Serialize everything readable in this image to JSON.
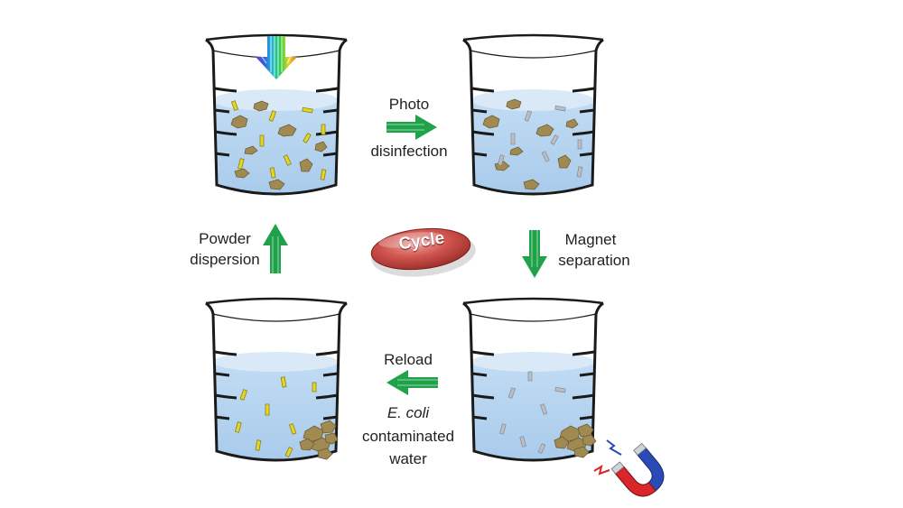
{
  "labels": {
    "photo_line1": "Photo",
    "photo_line2": "disinfection",
    "magnet_line1": "Magnet",
    "magnet_line2": "separation",
    "reload": "Reload",
    "water_line1": "E. coli",
    "water_line2": "contaminated",
    "water_line3": "water",
    "powder_line1": "Powder",
    "powder_line2": "dispersion",
    "cycle": "Cycle"
  },
  "colors": {
    "arrow_green": "#1fa24a",
    "water_blue": "#bcd8f2",
    "water_surface": "#d7e8f7",
    "particle_tan": "#a08a52",
    "rod_yellow": "#e3d629",
    "dead_bacteria_gray": "#b9bdc4",
    "cycle_red": "#c94a44",
    "magnet_red": "#d8262b",
    "magnet_blue": "#2a4bb5"
  },
  "icons": [
    "rainbow-light-arrow-icon",
    "magnet-icon",
    "spark-icon"
  ]
}
